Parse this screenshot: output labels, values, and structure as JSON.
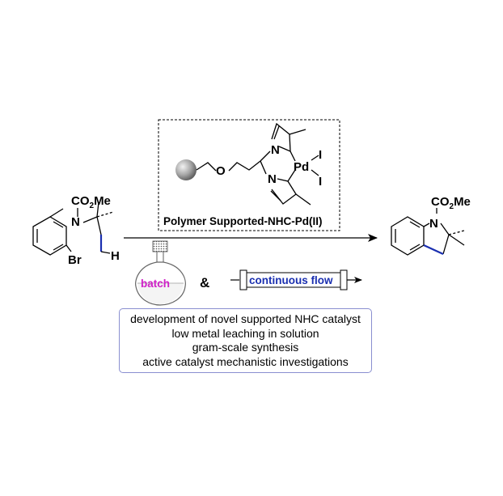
{
  "catalyst": {
    "label": "Polymer Supported-NHC-Pd(II)",
    "atoms": {
      "o": "O",
      "pd": "Pd",
      "iodide": "I",
      "nitrogen": "N"
    }
  },
  "substrate": {
    "ester": "CO",
    "ester_sub": "2",
    "ester_tail": "Me",
    "nitrogen": "N",
    "halide": "Br",
    "hydrogen": "H"
  },
  "product": {
    "ester": "CO",
    "ester_sub": "2",
    "ester_tail": "Me",
    "nitrogen": "N"
  },
  "conditions": {
    "batch_label": "batch",
    "connector": "&",
    "flow_label": "continuous flow"
  },
  "highlights": [
    "development of novel supported NHC catalyst",
    "low metal leaching in solution",
    "gram-scale synthesis",
    "active catalyst mechanistic investigations"
  ],
  "colors": {
    "bond_highlight": "#1a2fb0",
    "batch_text": "#d020c8",
    "flow_text": "#1a2fb0",
    "box_border": "#8a8fd0",
    "polymer_bead": "#9a9a9a"
  }
}
